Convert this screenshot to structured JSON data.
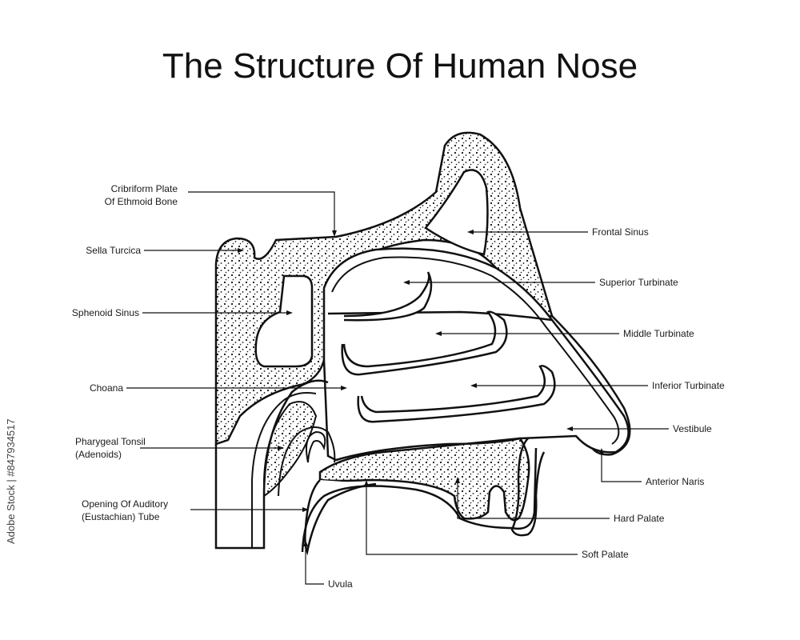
{
  "title": "The Structure Of Human Nose",
  "watermark": "Adobe Stock | #847934517",
  "colors": {
    "line": "#111111",
    "fill": "#ffffff",
    "text": "#1a1a1a"
  },
  "labels": {
    "cribriform": [
      "Cribriform Plate",
      "Of Ethmoid Bone"
    ],
    "sella_turcica": "Sella Turcica",
    "sphenoid_sinus": "Sphenoid Sinus",
    "choana": "Choana",
    "pharyngeal_tonsil": [
      "Pharygeal Tonsil",
      "(Adenoids)"
    ],
    "auditory_tube": [
      "Opening Of Auditory",
      "(Eustachian) Tube"
    ],
    "uvula": "Uvula",
    "frontal_sinus": "Frontal Sinus",
    "superior_turbinate": "Superior Turbinate",
    "middle_turbinate": "Middle Turbinate",
    "inferior_turbinate": "Inferior Turbinate",
    "vestibule": "Vestibule",
    "anterior_naris": "Anterior Naris",
    "hard_palate": "Hard Palate",
    "soft_palate": "Soft Palate"
  }
}
